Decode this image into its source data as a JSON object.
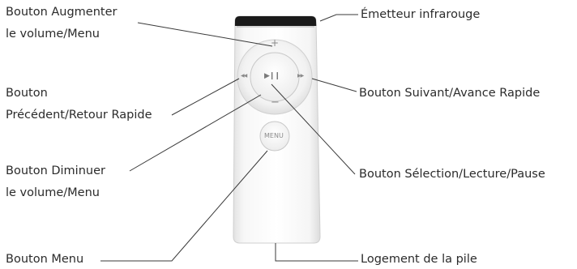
{
  "remote": {
    "plus_glyph": "+",
    "minus_glyph": "−",
    "play_glyph": "▶❙❙",
    "prev_glyph": "◀◀",
    "next_glyph": "▶▶",
    "menu_label": "MENU"
  },
  "labels": {
    "volume_up_line1": "Bouton Augmenter",
    "volume_up_line2": "le volume/Menu",
    "previous_line1": "Bouton",
    "previous_line2": "Précédent/Retour Rapide",
    "volume_down_line1": "Bouton Diminuer",
    "volume_down_line2": "le volume/Menu",
    "menu": "Bouton Menu",
    "ir_emitter": "Émetteur infrarouge",
    "next": "Bouton Suivant/Avance Rapide",
    "select": "Bouton Sélection/Lecture/Pause",
    "battery": "Logement de la pile"
  },
  "colors": {
    "leader": "#3a3a3a",
    "text": "#2b2b2b",
    "remote_body": "#f4f4f4",
    "ir_window": "#1a1a1a"
  }
}
